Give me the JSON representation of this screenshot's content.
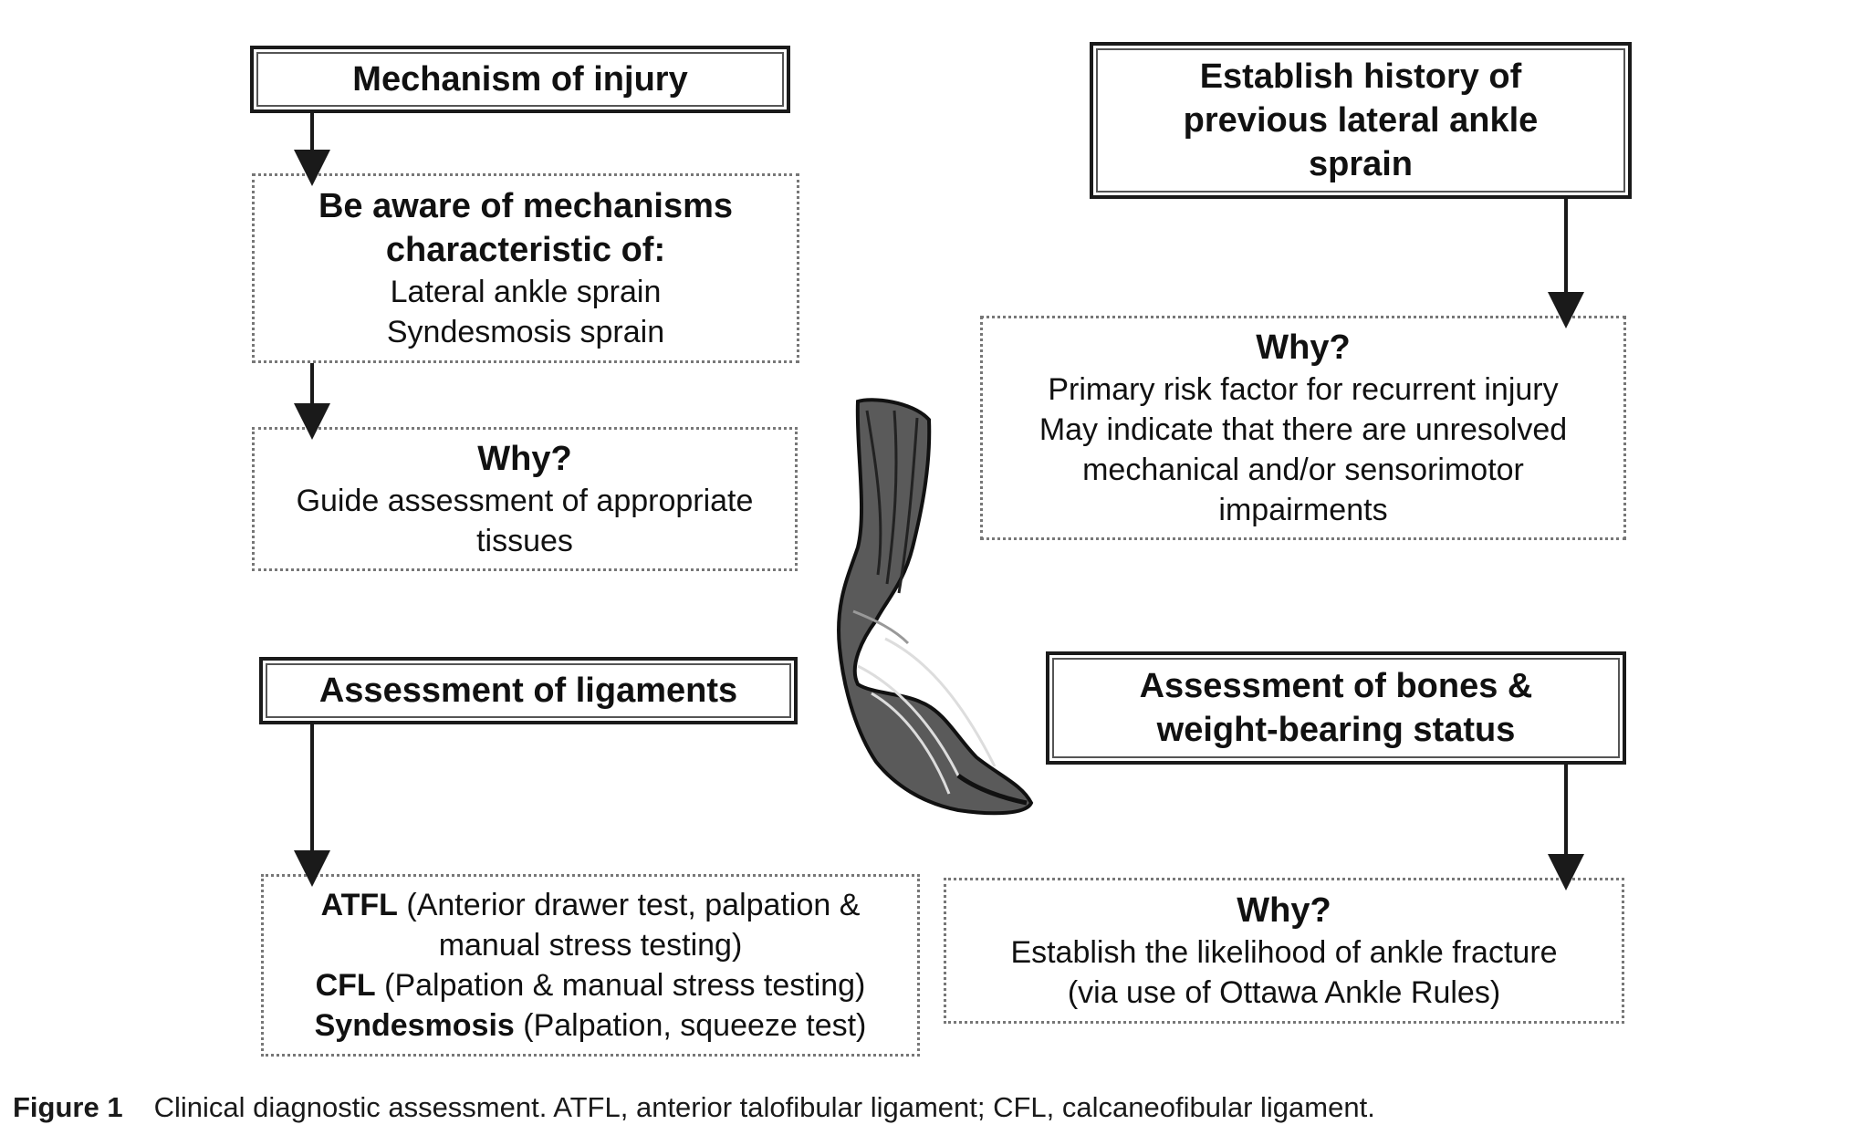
{
  "boxes": {
    "mechanism": {
      "title": "Mechanism of injury"
    },
    "aware": {
      "title_lines": [
        "Be aware of mechanisms",
        "characteristic of:"
      ],
      "lines": [
        "Lateral ankle sprain",
        "Syndesmosis sprain"
      ]
    },
    "why_left": {
      "title": "Why?",
      "lines": [
        "Guide assessment of appropriate",
        "tissues"
      ]
    },
    "history": {
      "title_lines": [
        "Establish history of",
        "previous lateral ankle",
        "sprain"
      ]
    },
    "why_right": {
      "title": "Why?",
      "lines": [
        "Primary risk factor for recurrent injury",
        "May indicate that there are unresolved",
        "mechanical and/or sensorimotor",
        "impairments"
      ]
    },
    "ligaments": {
      "title": "Assessment of ligaments"
    },
    "ligament_tests": {
      "atfl_term": "ATFL",
      "atfl_desc": " (Anterior drawer test, palpation &",
      "atfl_desc2": "manual stress testing)",
      "cfl_term": "CFL",
      "cfl_desc": " (Palpation & manual stress testing)",
      "syn_term": "Syndesmosis",
      "syn_desc": " (Palpation, squeeze test)"
    },
    "bones": {
      "title_lines": [
        "Assessment of bones &",
        "weight-bearing status"
      ]
    },
    "why_bones": {
      "title": "Why?",
      "lines": [
        "Establish the likelihood of ankle fracture",
        "(via use of Ottawa Ankle Rules)"
      ]
    }
  },
  "caption": {
    "label": "Figure 1",
    "text": "Clinical diagnostic assessment. ATFL, anterior talofibular ligament; CFL, calcaneofibular ligament."
  },
  "colors": {
    "stroke": "#1a1a1a",
    "dotted": "#777777",
    "text": "#111111"
  }
}
